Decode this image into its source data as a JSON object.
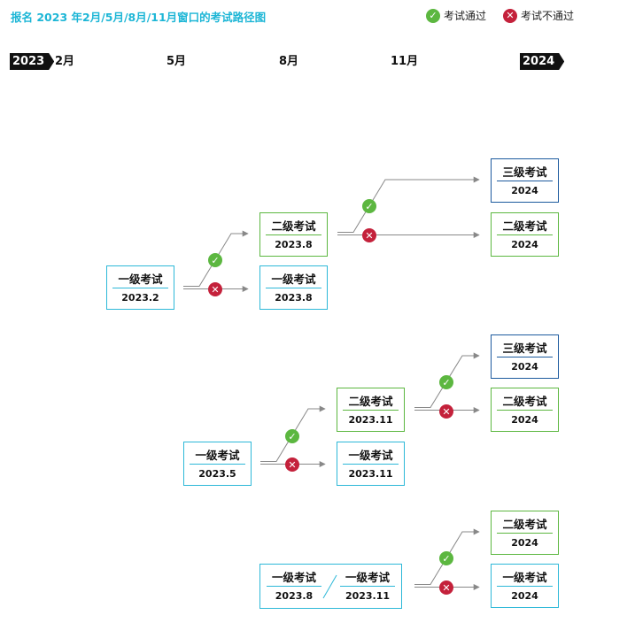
{
  "title": "报名 2023 年2月/5月/8月/11月窗口的考试路径图",
  "legend": {
    "pass": "考试通过",
    "fail": "考试不通过"
  },
  "timeline": {
    "start_year": "2023",
    "end_year": "2024",
    "months": [
      "2月",
      "5月",
      "8月",
      "11月"
    ]
  },
  "colors": {
    "accent": "#1db6d6",
    "pass": "#5cb740",
    "fail": "#c4213b",
    "level3": "#1c5a9e",
    "line": "#888888"
  },
  "icons": {
    "pass": "check-icon",
    "fail": "cross-icon"
  },
  "paths": [
    {
      "start": {
        "title": "一级考试",
        "date": "2023.2"
      },
      "pass_box": {
        "title": "二级考试",
        "date": "2023.8"
      },
      "fail_box": {
        "title": "一级考试",
        "date": "2023.8"
      },
      "pass_pass": {
        "title": "三级考试",
        "date": "2024"
      },
      "pass_fail": {
        "title": "二级考试",
        "date": "2024"
      }
    },
    {
      "start": {
        "title": "一级考试",
        "date": "2023.5"
      },
      "pass_box": {
        "title": "二级考试",
        "date": "2023.11"
      },
      "fail_box": {
        "title": "一级考试",
        "date": "2023.11"
      },
      "pass_pass": {
        "title": "三级考试",
        "date": "2024"
      },
      "pass_fail": {
        "title": "二级考试",
        "date": "2024"
      }
    },
    {
      "start_a": {
        "title": "一级考试",
        "date": "2023.8"
      },
      "start_b": {
        "title": "一级考试",
        "date": "2023.11"
      },
      "pass_box": {
        "title": "二级考试",
        "date": "2024"
      },
      "fail_box": {
        "title": "一级考试",
        "date": "2024"
      }
    }
  ]
}
